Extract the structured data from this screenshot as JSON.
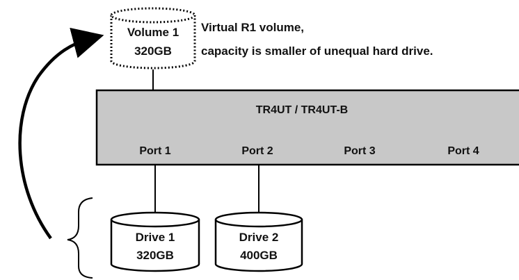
{
  "volume": {
    "name": "Volume 1",
    "size": "320GB",
    "description_line1": "Virtual R1 volume,",
    "description_line2": "capacity is smaller of unequal hard drive."
  },
  "enclosure": {
    "title": "TR4UT / TR4UT-B",
    "fill_color": "#c8c8c8",
    "ports": [
      "Port 1",
      "Port 2",
      "Port 3",
      "Port 4"
    ]
  },
  "drives": [
    {
      "name": "Drive 1",
      "size": "320GB"
    },
    {
      "name": "Drive 2",
      "size": "400GB"
    }
  ]
}
